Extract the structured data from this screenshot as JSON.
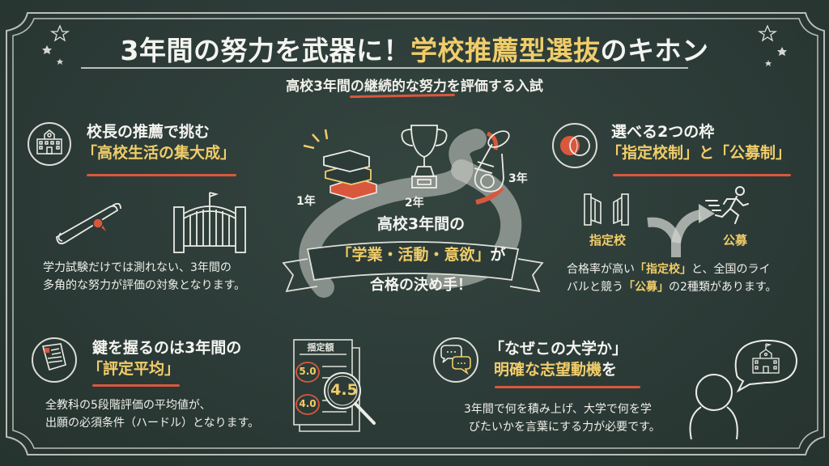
{
  "header": {
    "title_part1": "3年間の努力を武器に！",
    "title_highlight": "学校推薦型選抜",
    "title_part2": "のキホン",
    "subtitle": "高校3年間の継続的な努力を評価する入試"
  },
  "colors": {
    "background": "#2c3b37",
    "chalk_white": "#f2f2ee",
    "accent_yellow": "#f0cd6a",
    "accent_red": "#d9583d"
  },
  "sections": {
    "recommendation": {
      "icon": "school-building-icon",
      "heading_line1": "校長の推薦で挑む",
      "heading_line2": "「高校生活の集大成」",
      "illustrations": [
        "diploma-scroll-icon",
        "school-gate-icon"
      ],
      "body_line1": "学力試験だけでは測れない、3年間の",
      "body_line2": "多角的な努力が評価の対象となります。"
    },
    "center": {
      "year_labels": [
        "1年",
        "2年",
        "3年"
      ],
      "illustrations": [
        "books-icon",
        "trophy-icon",
        "tuba-icon"
      ],
      "line1": "高校3年間の",
      "banner_highlight": "「学業・活動・意欲」",
      "banner_suffix": "が",
      "line3": "合格の決め手！"
    },
    "two_types": {
      "icon": "venn-diagram-icon",
      "heading_line1": "選べる2つの枠",
      "heading_line2": "「指定校制」と「公募制」",
      "left_label": "指定校",
      "right_label": "公募",
      "illustrations": [
        "gate-icon",
        "fork-arrow-icon",
        "running-person-icon"
      ],
      "body_line1_a": "合格率が高い",
      "body_line1_b": "「指定校」",
      "body_line1_c": "と、全国のライ",
      "body_line2_a": "バルと競う",
      "body_line2_b": "「公募」",
      "body_line2_c": "の2種類があります。"
    },
    "grade_average": {
      "icon": "document-icon",
      "heading_line1": "鍵を握るのは3年間の",
      "heading_line2": "「評定平均」",
      "body_line1": "全教科の5段階評価の平均値が、",
      "body_line2": "出願の必須条件（ハードル）となります。",
      "report_title": "揺定額",
      "grades": [
        "5.0",
        "4.0"
      ],
      "magnified_grade": "4.5"
    },
    "motivation": {
      "icon": "speech-bubbles-icon",
      "heading_line1": "「なぜこの大学か」",
      "heading_line2_highlight": "明確な志望動機",
      "heading_line2_suffix": "を",
      "body_line1": "3年間で何を積み上げ、大学で何を学",
      "body_line2": "びたいかを言葉にする力が必要です。",
      "illustrations": [
        "person-silhouette-icon",
        "thought-bubble-school-icon"
      ]
    }
  }
}
